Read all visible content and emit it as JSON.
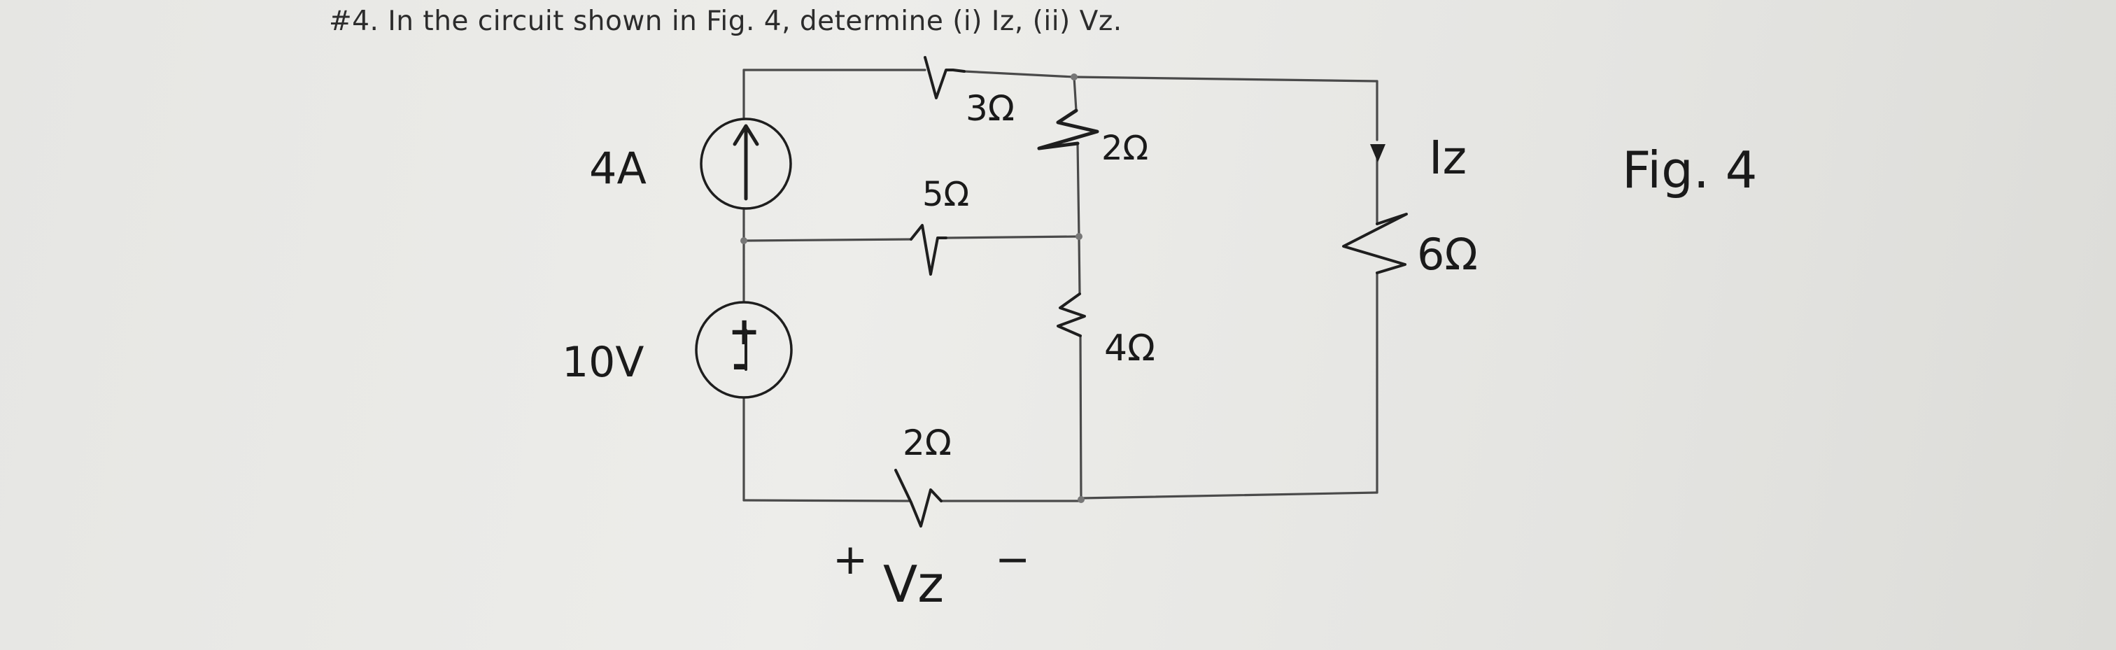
{
  "problem_text": "#4. In the circuit shown in Fig. 4, determine (i) Iz, (ii) Vz.",
  "figure_label": "Fig. 4",
  "components": {
    "current_source": {
      "label": "4A",
      "icon": "current-source-arrow-up-icon"
    },
    "voltage_source": {
      "label": "10V",
      "plus": "+",
      "minus": "-",
      "icon": "voltage-source-icon"
    },
    "r_top": {
      "label": "3Ω"
    },
    "r_mid_horizontal": {
      "label": "5Ω"
    },
    "r_upper_vertical": {
      "label": "2Ω"
    },
    "r_lower_vertical": {
      "label": "4Ω"
    },
    "r_bottom": {
      "label": "2Ω"
    },
    "r_right": {
      "label": "6Ω"
    }
  },
  "annotations": {
    "current_label": "Iz",
    "voltage_plus": "+",
    "voltage_label": "Vz",
    "voltage_minus": "−"
  },
  "colors": {
    "paper": "#e9e9e6",
    "ink": "#1e1e1e",
    "wire": "#4a4a4a"
  }
}
